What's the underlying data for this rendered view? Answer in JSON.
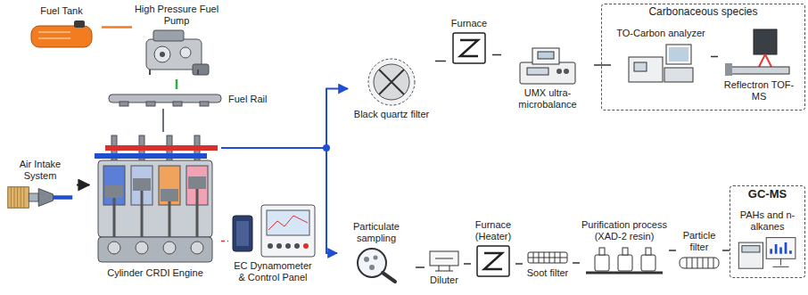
{
  "diagram": {
    "nodes": [
      {
        "text": [
          "Fuel Tank"
        ]
      },
      {
        "text": [
          "High Pressure Fuel Pump"
        ]
      },
      {
        "text": [
          "Fuel Rail"
        ]
      },
      {
        "text": [
          "Air Intake System"
        ]
      },
      {
        "text": [
          "Cylinder CRDI Engine"
        ]
      },
      {
        "text": [
          "EC Dynamometer & Control Panel"
        ]
      },
      {
        "text": [
          "Black quartz filter"
        ]
      },
      {
        "text": [
          "Furnace"
        ]
      },
      {
        "text": [
          "UMX ultra-microbalance"
        ]
      },
      {
        "text": [
          "Carbonaceous species"
        ]
      },
      {
        "text": [
          "TO-Carbon analyzer"
        ],
        "in": 9
      },
      {
        "text": [
          "Reflectron TOF-MS"
        ],
        "in": 9
      },
      {
        "text": [
          "Particulate sampling"
        ]
      },
      {
        "text": [
          "Diluter"
        ]
      },
      {
        "text": [
          "Furnace (Heater)"
        ]
      },
      {
        "text": [
          "Soot filter"
        ]
      },
      {
        "text": [
          "Purification process (XAD-2 resin)"
        ]
      },
      {
        "text": [
          "Particle filter"
        ]
      },
      {
        "text": [
          "GC-MS"
        ]
      },
      {
        "text": [
          "PAHs and n-alkanes"
        ],
        "in": 18
      }
    ],
    "edges": [
      {
        "from": 0,
        "to": 1,
        "arrow": "none"
      },
      {
        "from": 1,
        "to": 2,
        "arrow": "none"
      },
      {
        "from": 2,
        "to": 4,
        "arrow": "none"
      },
      {
        "from": 3,
        "to": 4,
        "arrow": "to"
      },
      {
        "from": 4,
        "to": 5,
        "arrow": "none"
      },
      {
        "from": 4,
        "to": 6,
        "arrow": "to"
      },
      {
        "from": 4,
        "to": 12,
        "arrow": "to"
      },
      {
        "from": 6,
        "to": 7,
        "arrow": "none"
      },
      {
        "from": 7,
        "to": 8,
        "arrow": "none"
      },
      {
        "from": 8,
        "to": 10,
        "arrow": "none"
      },
      {
        "from": 10,
        "to": 11,
        "arrow": "none"
      },
      {
        "from": 12,
        "to": 13,
        "arrow": "none"
      },
      {
        "from": 13,
        "to": 14,
        "arrow": "none"
      },
      {
        "from": 14,
        "to": 15,
        "arrow": "none"
      },
      {
        "from": 15,
        "to": 16,
        "arrow": "none"
      },
      {
        "from": 16,
        "to": 17,
        "arrow": "none"
      },
      {
        "from": 17,
        "to": 18,
        "arrow": "none"
      }
    ]
  }
}
